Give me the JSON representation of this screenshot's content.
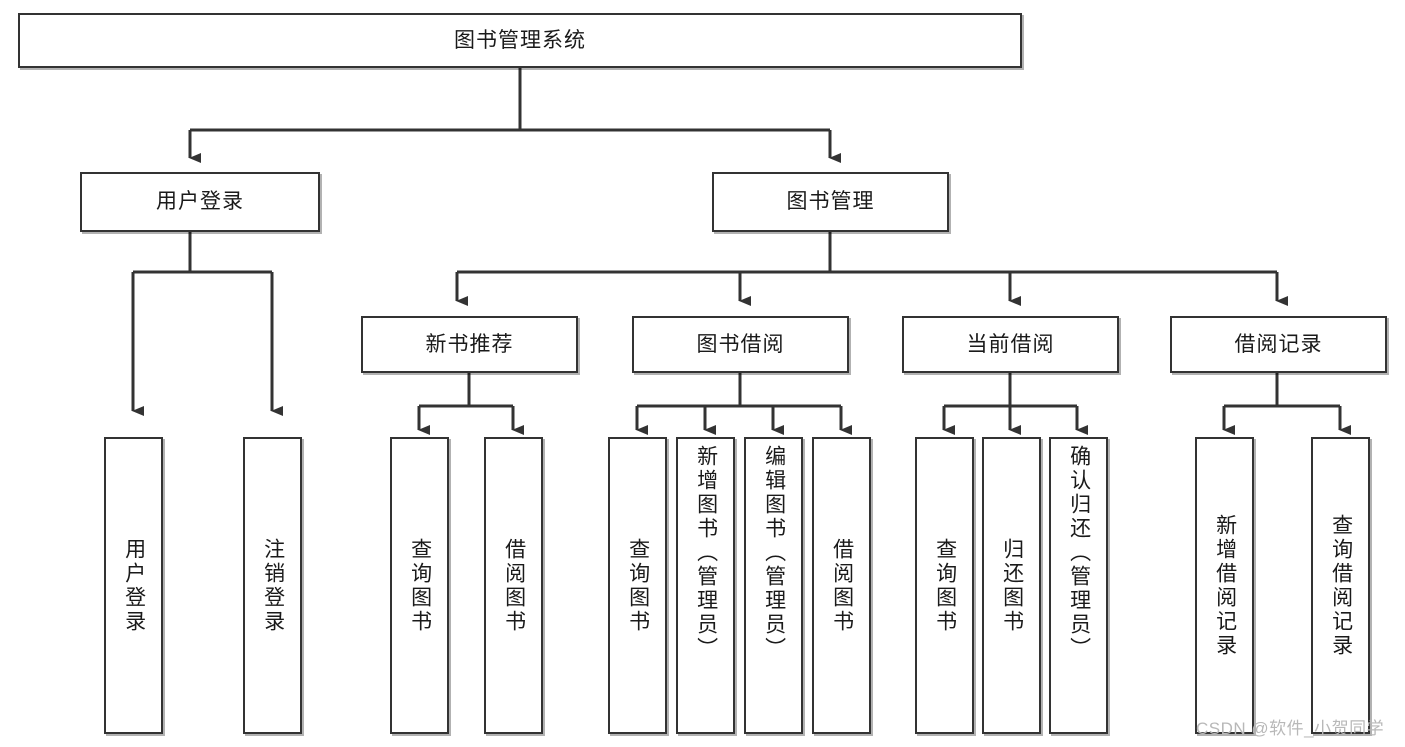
{
  "diagram": {
    "title": "图书管理系统",
    "type": "functional-decomposition-tree",
    "root": {
      "label": "图书管理系统"
    },
    "level2": [
      {
        "label": "用户登录"
      },
      {
        "label": "图书管理"
      }
    ],
    "level3": [
      {
        "label": "新书推荐"
      },
      {
        "label": "图书借阅"
      },
      {
        "label": "当前借阅"
      },
      {
        "label": "借阅记录"
      }
    ],
    "leaves": {
      "user_login": [
        {
          "label": "用户登录"
        },
        {
          "label": "注销登录"
        }
      ],
      "new_book_recommend": [
        {
          "label": "查询图书"
        },
        {
          "label": "借阅图书"
        }
      ],
      "book_borrow": [
        {
          "label": "查询图书"
        },
        {
          "label": "新增图书（管理员）"
        },
        {
          "label": "编辑图书（管理员）"
        },
        {
          "label": "借阅图书"
        }
      ],
      "current_borrow": [
        {
          "label": "查询图书"
        },
        {
          "label": "归还图书"
        },
        {
          "label": "确认归还（管理员）"
        }
      ],
      "borrow_record": [
        {
          "label": "新增借阅记录"
        },
        {
          "label": "查询借阅记录"
        }
      ]
    }
  },
  "watermark": {
    "text": "CSDN @软件_小贺同学"
  },
  "colors": {
    "box_border": "#333333",
    "connector": "#333333",
    "background": "#ffffff",
    "text": "#1a1a1a",
    "watermark": "#b8b8b8"
  }
}
